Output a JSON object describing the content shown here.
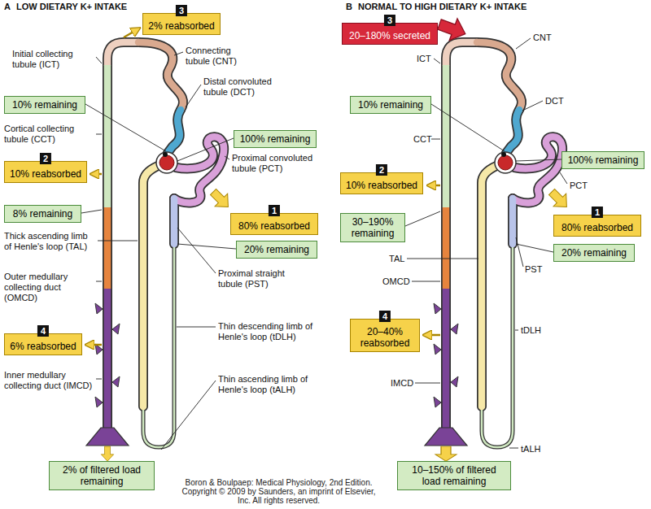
{
  "diagram": {
    "caption": "Boron & Boulpaep: Medical Physiology, 2nd Edition. Copyright © 2009 by Saunders, an imprint of Elsevier, Inc. All rights reserved.",
    "nodes": [
      {
        "text": [
          "3",
          "2% reabsorbed"
        ]
      },
      {
        "text": [
          "10% remaining"
        ]
      },
      {
        "text": [
          "2",
          "10% reabsorbed"
        ]
      },
      {
        "text": [
          "8% remaining"
        ]
      },
      {
        "text": [
          "100% remaining"
        ]
      },
      {
        "text": [
          "1",
          "80% reabsorbed"
        ]
      },
      {
        "text": [
          "20% remaining"
        ]
      },
      {
        "text": [
          "4",
          "6% reabsorbed"
        ]
      },
      {
        "text": [
          "2% of filtered load remaining"
        ]
      },
      {
        "text": [
          "3",
          "20–180% secreted"
        ]
      },
      {
        "text": [
          "10% remaining"
        ]
      },
      {
        "text": [
          "2",
          "10% reabsorbed"
        ]
      },
      {
        "text": [
          "100% remaining"
        ]
      },
      {
        "text": [
          "30–190% remaining"
        ]
      },
      {
        "text": [
          "1",
          "80% reabsorbed"
        ]
      },
      {
        "text": [
          "20% remaining"
        ]
      },
      {
        "text": [
          "4",
          "20–40% reabsorbed"
        ]
      },
      {
        "text": [
          "10–150% of filtered load remaining"
        ]
      }
    ],
    "labels": [
      "A",
      "LOW DIETARY K+ INTAKE",
      "B",
      "NORMAL TO HIGH DIETARY K+ INTAKE",
      "Initial collecting tubule (ICT)",
      "Connecting tubule (CNT)",
      "Distal convoluted tubule (DCT)",
      "Cortical collecting tubule (CCT)",
      "Proximal convoluted tubule (PCT)",
      "Thick ascending limb of Henle's loop (TAL)",
      "Outer medullary collecting duct (OMCD)",
      "Proximal straight tubule (PST)",
      "Thin descending limb of Henle's loop (tDLH)",
      "Inner medullary collecting duct (IMCD)",
      "Thin ascending limb of Henle's loop (tALH)",
      "CNT",
      "ICT",
      "DCT",
      "CCT",
      "PCT",
      "TAL",
      "OMCD",
      "PST",
      "tDLH",
      "IMCD",
      "tALH"
    ]
  }
}
